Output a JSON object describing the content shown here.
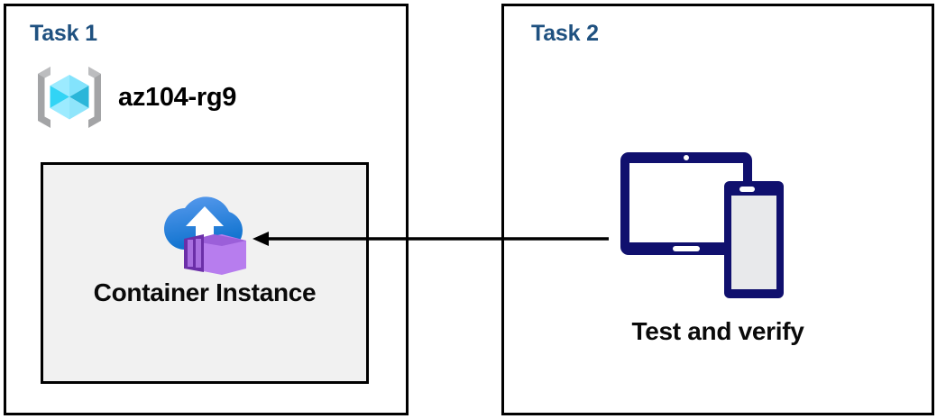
{
  "diagram": {
    "panels": [
      {
        "id": "task1",
        "title": "Task 1",
        "resource_group": {
          "icon": "azure-resource-group-icon",
          "label": "az104-rg9"
        },
        "resource": {
          "icon": "azure-container-instance-icon",
          "label": "Container Instance"
        }
      },
      {
        "id": "task2",
        "title": "Task 2",
        "activity": {
          "icon": "tablet-and-phone-devices-icon",
          "label": "Test and verify"
        }
      }
    ],
    "connector": {
      "name": "arrow-task2-to-container-instance",
      "direction": "right-to-left",
      "style": "solid",
      "color": "#000000"
    },
    "colors": {
      "title_blue": "#1F5180",
      "panel_border": "#000000",
      "resource_box_fill": "#F1F1F1",
      "device_navy": "#10106E",
      "cube_cyan": "#50E6FF",
      "cube_bracket_gray": "#A0A1A2",
      "cloud_blue": "#0F77D2",
      "container_purple": "#B586F0"
    }
  }
}
